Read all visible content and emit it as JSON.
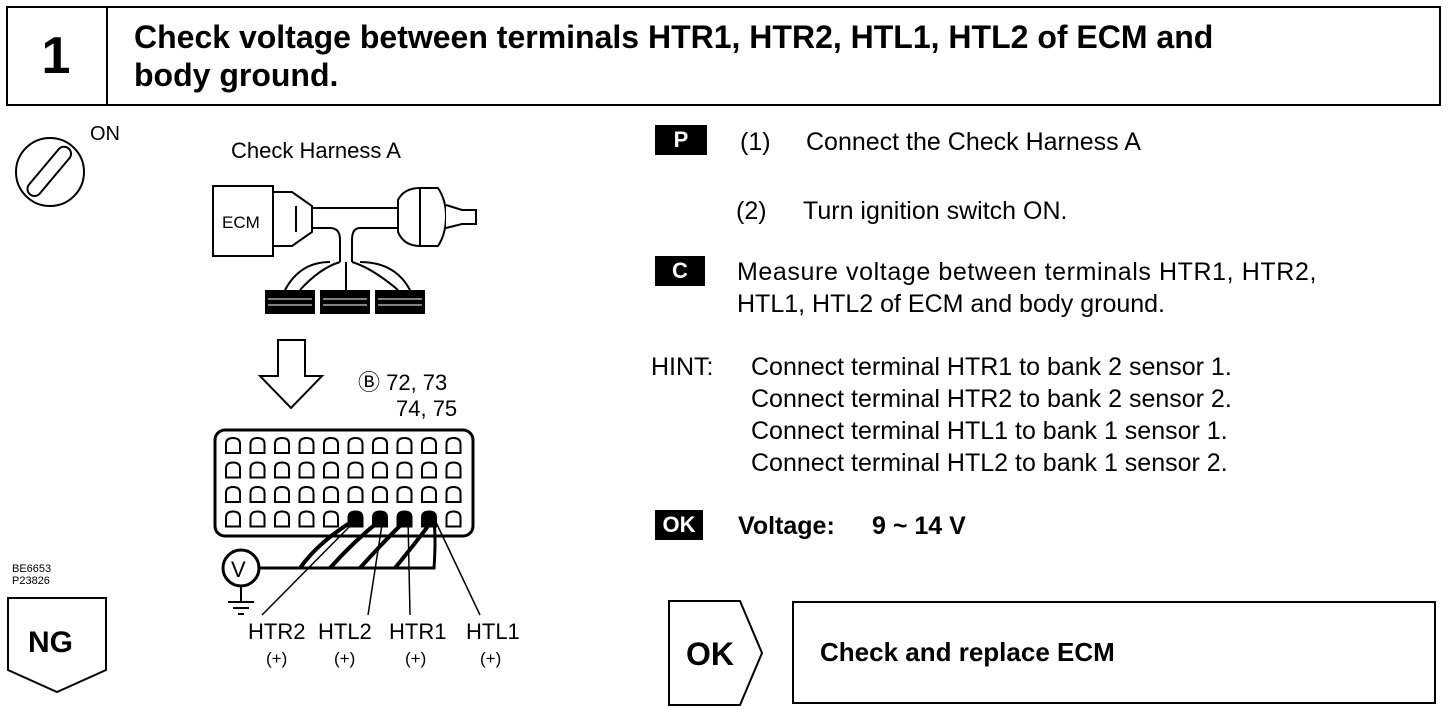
{
  "step": {
    "number": "1",
    "title_line1": "Check voltage between terminals HTR1, HTR2, HTL1, HTL2 of ECM and",
    "title_line2": "body ground."
  },
  "diagram": {
    "ignition_label": "ON",
    "harness_label": "Check Harness A",
    "ecm_label": "ECM",
    "connector_code": "Ⓑ 72, 73",
    "connector_code_line2": "74, 75",
    "voltmeter_symbol": "V",
    "figure_codes": [
      "BE6653",
      "P23826"
    ],
    "terminals": [
      "HTR2",
      "HTL2",
      "HTR1",
      "HTL1"
    ],
    "polarity": [
      "(+)",
      "(+)",
      "(+)",
      "(+)"
    ]
  },
  "procedure": {
    "badge_p": "P",
    "step1_num": "(1)",
    "step1_text": "Connect the Check Harness A",
    "step2_num": "(2)",
    "step2_text": "Turn ignition switch ON.",
    "badge_c": "C",
    "measure_line1": "Measure voltage between terminals HTR1, HTR2,",
    "measure_line2": "HTL1, HTL2 of ECM and body ground.",
    "hint_label": "HINT:",
    "hints": [
      "Connect terminal HTR1 to bank 2 sensor 1.",
      "Connect terminal HTR2 to bank 2 sensor 2.",
      "Connect terminal HTL1 to bank 1 sensor 1.",
      "Connect terminal HTL2 to bank 1 sensor 2."
    ],
    "badge_ok": "OK",
    "voltage_label": "Voltage:",
    "voltage_value": "9 ~ 14 V"
  },
  "results": {
    "ng_label": "NG",
    "ok_label": "OK",
    "ok_action": "Check and replace ECM"
  }
}
